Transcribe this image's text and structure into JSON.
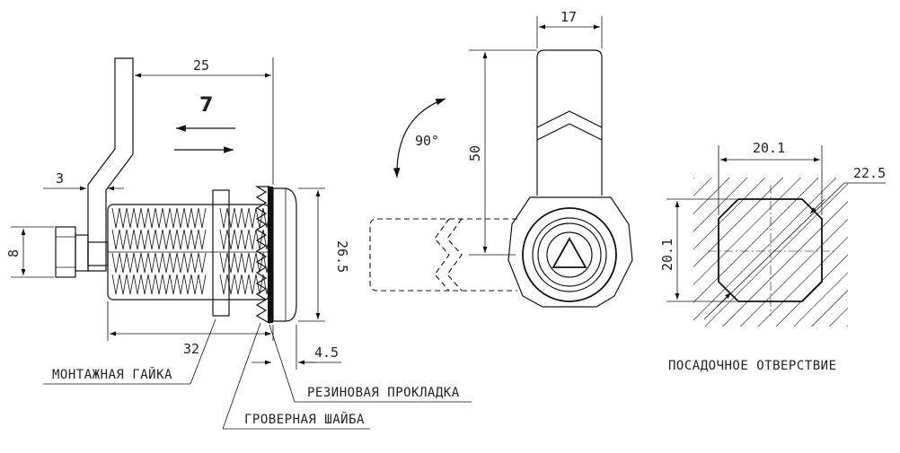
{
  "dimensions": {
    "d25": "25",
    "d7": "7",
    "d3": "3",
    "d8": "8",
    "d32": "32",
    "d26_5": "26.5",
    "d4_5": "4.5",
    "d17": "17",
    "d50": "50",
    "d90": "90°",
    "d20_1_top": "20.1",
    "d20_1_side": "20.1",
    "d22_5": "22.5"
  },
  "labels": {
    "mounting_nut": "МОНТАЖНАЯ ГАЙКА",
    "rubber_gasket": "РЕЗИНОВАЯ ПРОКЛАДКА",
    "grover_washer": "ГРОВЕРНАЯ ШАЙБА",
    "mounting_hole": "ПОСАДОЧНОЕ ОТВЕРСТВИЕ"
  }
}
